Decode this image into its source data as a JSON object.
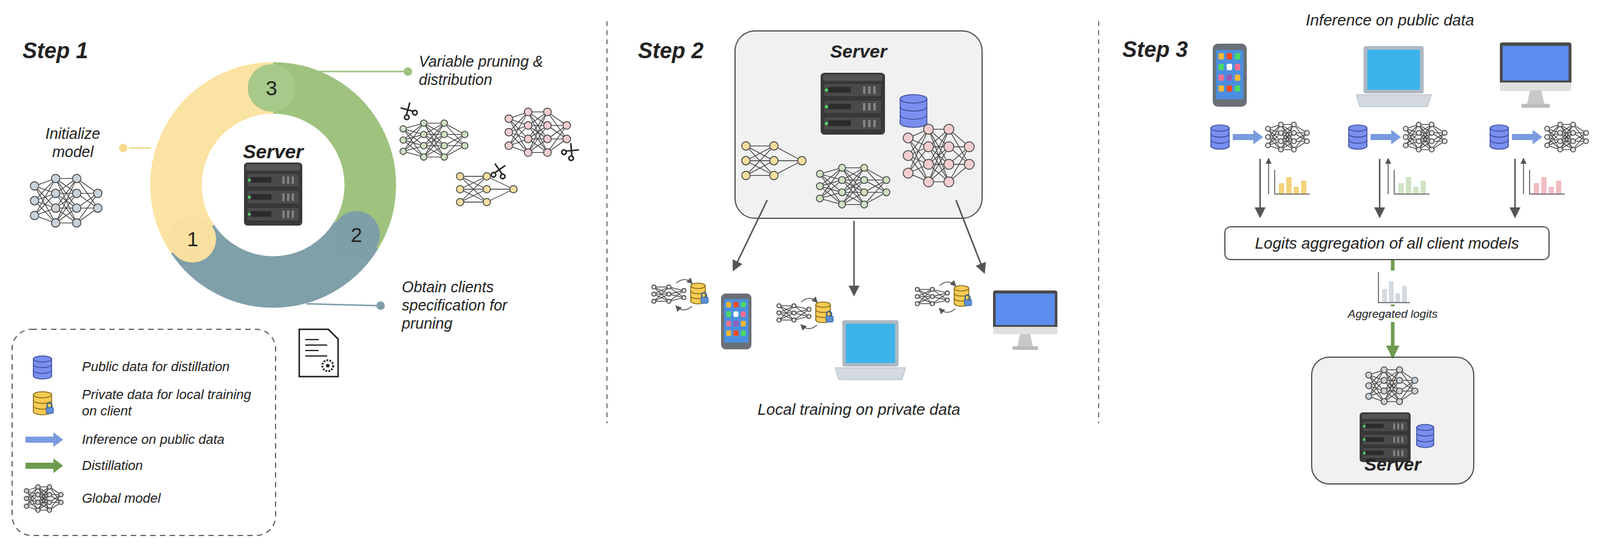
{
  "diagram": {
    "nodes": [
      {
        "text": [
          "Server"
        ]
      },
      {
        "text": [
          "1"
        ],
        "in": 0
      },
      {
        "text": [
          "2"
        ],
        "in": 0
      },
      {
        "text": [
          "3"
        ],
        "in": 0
      },
      {
        "text": [
          "Server"
        ]
      },
      {
        "text": [
          "Logits aggregation of all client models"
        ]
      },
      {
        "text": [
          "Server"
        ]
      }
    ],
    "edges": [
      {
        "from": 5,
        "to": 6,
        "arrow": "to",
        "label": "Aggregated logits"
      }
    ],
    "labels": [
      "Step 1",
      "Initialize model",
      "Variable pruning & distribution",
      "Obtain clients specification for pruning",
      "Step 2",
      "Local training on private data",
      "Step 3",
      "Inference on public data"
    ],
    "legend": [
      {
        "text": "Public data for distillation"
      },
      {
        "text": "Private data for local training on client"
      },
      {
        "text": "Inference on public data",
        "color": "#7b9be0"
      },
      {
        "text": "Distillation",
        "color": "#6e9b4f"
      },
      {
        "text": "Global model"
      }
    ]
  }
}
